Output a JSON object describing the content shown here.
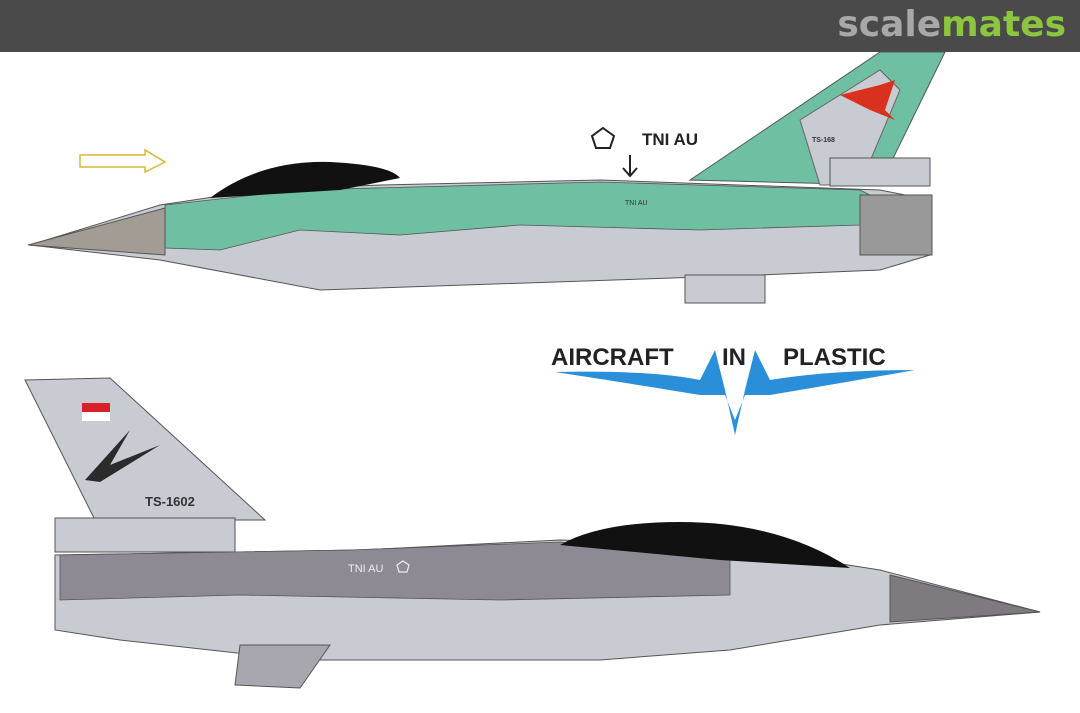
{
  "header": {
    "logo_part1": "scale",
    "logo_part2": "mates",
    "colors": {
      "bar": "#4a4a4a",
      "scale": "#a8a8a8",
      "mates": "#8cc63f"
    }
  },
  "top_aircraft": {
    "marking_callout": "TNI AU",
    "fuselage_text": "TNI AU",
    "tail_code": "TS-168",
    "camo_colors": [
      "#6fbfa3",
      "#c9cbd3"
    ]
  },
  "bottom_aircraft": {
    "tail_code": "TS-1602",
    "fuselage_text": "TNI AU",
    "colors": [
      "#c9cbd3",
      "#8e8a93"
    ]
  },
  "brand": {
    "left": "AIRCRAFT",
    "mid": "IN",
    "right": "PLASTIC",
    "color": "#2a8fd8"
  }
}
